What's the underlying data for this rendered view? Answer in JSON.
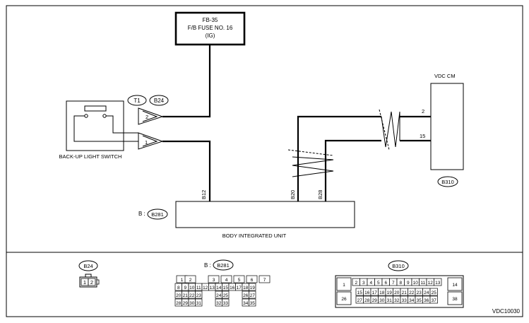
{
  "fuse": {
    "line1": "FB-35",
    "line2": "F/B FUSE NO. 16",
    "line3": "(IG)"
  },
  "switch": {
    "label": "BACK-UP LIGHT SWITCH",
    "connector_t1": "T1",
    "connector_b24": "B24",
    "pin_top": "2",
    "pin_bottom": "1"
  },
  "body_unit": {
    "label": "BODY INTEGRATED UNIT",
    "prefix": "B :",
    "connector": "B281",
    "pins": [
      "B12",
      "B20",
      "B28"
    ]
  },
  "vdc": {
    "label": "VDC CM",
    "connector": "B310",
    "pin_top": "2",
    "pin_bottom": "15"
  },
  "legend": {
    "b24": {
      "name": "B24",
      "pins": [
        "1",
        "2"
      ]
    },
    "b281": {
      "prefix": "B :",
      "name": "B281",
      "rows": [
        [
          "1",
          "2",
          "",
          "3",
          "4",
          "5",
          "6",
          "7"
        ],
        [
          "8",
          "9",
          "10",
          "11",
          "12",
          "13",
          "14",
          "15",
          "16",
          "17",
          "18",
          "19"
        ],
        [
          "20",
          "21",
          "22",
          "23",
          "",
          "",
          "24",
          "25",
          "",
          "",
          "26",
          "27"
        ],
        [
          "28",
          "29",
          "30",
          "31",
          "",
          "",
          "32",
          "33",
          "",
          "",
          "34",
          "35"
        ]
      ]
    },
    "b310": {
      "name": "B310",
      "left_top": "1",
      "left_bottom": "26",
      "right_top": "14",
      "right_bottom": "38",
      "row1": [
        "2",
        "3",
        "4",
        "5",
        "6",
        "7",
        "8",
        "9",
        "10",
        "11",
        "12",
        "13"
      ],
      "row2": [
        "15",
        "16",
        "17",
        "18",
        "19",
        "20",
        "21",
        "22",
        "23",
        "24",
        "25"
      ],
      "row3": [
        "27",
        "28",
        "29",
        "30",
        "31",
        "32",
        "33",
        "34",
        "35",
        "36",
        "37"
      ]
    }
  },
  "diagram_id": "VDC10030"
}
